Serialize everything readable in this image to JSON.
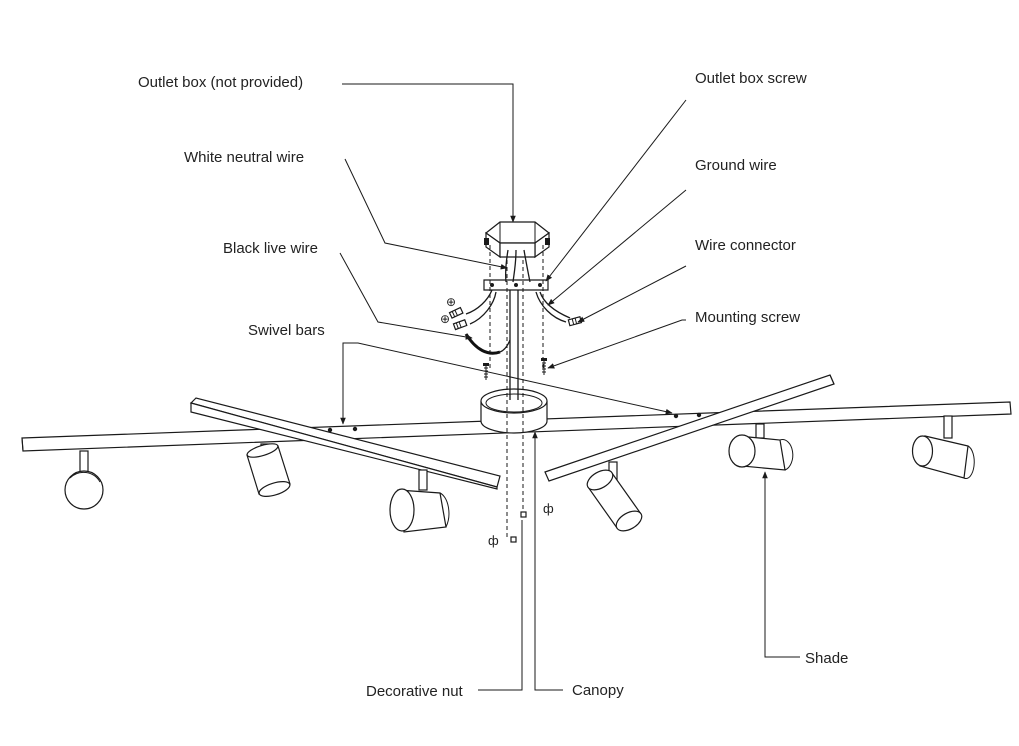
{
  "labels": {
    "outlet_box": "Outlet box (not provided)",
    "white_neutral_wire": "White neutral wire",
    "black_live_wire": "Black live wire",
    "swivel_bars": "Swivel bars",
    "outlet_box_screw": "Outlet box screw",
    "ground_wire": "Ground wire",
    "wire_connector": "Wire connector",
    "mounting_screw": "Mounting screw",
    "shade": "Shade",
    "decorative_nut": "Decorative nut",
    "canopy": "Canopy"
  }
}
